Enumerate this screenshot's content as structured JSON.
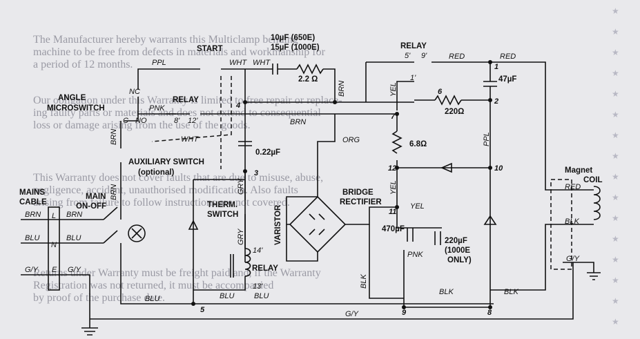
{
  "background_text": [
    "The Manufacturer hereby warrants this Multiclamp bending",
    "machine to be free from defects in materials and workmanship for",
    "a period of 12 months.",
    "Our obligation under this Warranty is limited to free repair or replace-",
    "ing faulty parts or materials and does not extend to consequential",
    "loss or damage arising from the use of the goods.",
    "This Warranty does not cover faults that are due to misuse, abuse,",
    "negligence, accident, unauthorised modification. Also faults",
    "arising from failure to follow instructions are not covered.",
    "Returns under Warranty must be freight paid and, if the Warranty",
    "Registration was not returned, it must be accompanied",
    "by proof of the purchase date."
  ],
  "components": {
    "start": "START",
    "cap_top_1": "10µF (650E)",
    "cap_top_2": "15µF (1000E)",
    "res_top": "2.2 Ω",
    "relay_top": "RELAY",
    "relay_mid": "RELAY",
    "relay_coil": "RELAY",
    "angle_1": "ANGLE",
    "angle_2": "MICROSWITCH",
    "aux_1": "AUXILIARY SWITCH",
    "aux_2": "(optional)",
    "cap_022": "0.22µF",
    "therm_1": "THERM.",
    "therm_2": "SWITCH",
    "mains_1": "MAINS",
    "mains_2": "CABLE",
    "main_1": "MAIN",
    "main_2": "ON-OFF",
    "varistor": "VARISTOR",
    "bridge_1": "BRIDGE",
    "bridge_2": "RECTIFIER",
    "cap_47": "47µF",
    "res_220": "220Ω",
    "res_68": "6.8Ω",
    "cap_470": "470µF",
    "cap_220_1": "220µF",
    "cap_220_2": "(1000E",
    "cap_220_3": "ONLY)",
    "magnet_1": "Magnet",
    "magnet_2": "COIL"
  },
  "wire_labels": {
    "ppl_top": "PPL",
    "wht_1": "WHT",
    "wht_2": "WHT",
    "brn_vertical": "BRN",
    "red_1": "RED",
    "red_2": "RED",
    "pnk": "PNK",
    "brn_mid": "BRN",
    "wht_mid": "WHT",
    "org": "ORG",
    "yel_1": "YEL",
    "yel_2": "YEL",
    "yel_3": "YEL",
    "ppl_right": "PPL",
    "brn_left_1": "BRN",
    "brn_left_2": "BRN",
    "gry_1": "GRY",
    "gry_2": "GRY",
    "brn_mains": "BRN",
    "brn_mains_2": "BRN",
    "blu_mains": "BLU",
    "blu_mains_2": "BLU",
    "gy_mains": "G/Y",
    "gy_mains_2": "G/Y",
    "blu_bottom": "BLU",
    "blu_relay_1": "BLU",
    "blu_relay_2": "BLU",
    "gy_bottom": "G/Y",
    "blk_1": "BLK",
    "blk_2": "BLK",
    "blk_3": "BLK",
    "pnk_bottom": "PNK",
    "red_magnet": "RED",
    "blk_magnet": "BLK",
    "gy_magnet": "G/Y"
  },
  "terminals": {
    "nc": "NC",
    "no": "NO",
    "c": "C",
    "t8": "8'",
    "t12": "12'",
    "t5p": "5'",
    "t9p": "9'",
    "t1p": "1'",
    "t14": "14'",
    "t13": "13'",
    "l": "L",
    "n": "N",
    "e": "E"
  },
  "nodes": {
    "n1": "1",
    "n2": "2",
    "n3": "3",
    "n4": "4",
    "n5": "5",
    "n6": "6",
    "n7": "7",
    "n8": "8",
    "n9": "9",
    "n10": "10",
    "n11": "11",
    "n12": "12"
  }
}
